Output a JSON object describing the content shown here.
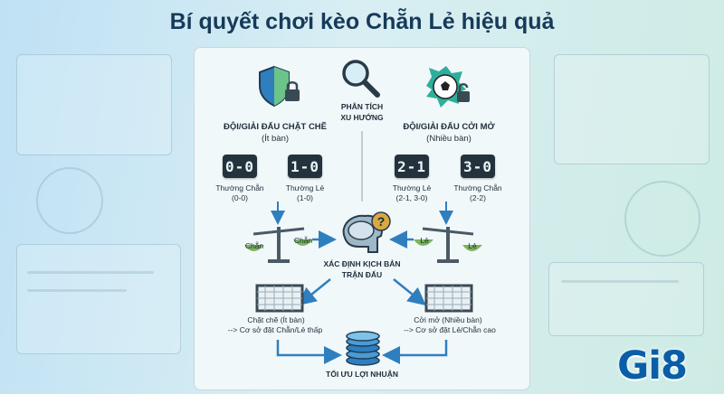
{
  "title": "Bí quyết chơi kèo Chẵn Lẻ hiệu quả",
  "brand": {
    "logo_text": "Gi8",
    "color": "#0a5ea8"
  },
  "infographic": {
    "analysis": {
      "label_line1": "PHÂN TÍCH",
      "label_line2": "XU HƯỚNG",
      "icon": "magnifier-icon"
    },
    "left_team": {
      "heading_line1": "ĐỘI/GIẢI ĐẤU CHẶT CHẼ",
      "heading_line2": "(Ít bàn)",
      "icon": "shield-lock-icon",
      "scores": [
        {
          "score": "0-0",
          "caption_line1": "Thường Chẵn",
          "caption_line2": "(0-0)"
        },
        {
          "score": "1-0",
          "caption_line1": "Thường Lẻ",
          "caption_line2": "(1-0)"
        }
      ],
      "scale_left_label": "Chẵn",
      "scale_right_label": "Chẵn"
    },
    "right_team": {
      "heading_line1": "ĐỘI/GIẢI ĐẤU CỞI MỞ",
      "heading_line2": "(Nhiều bàn)",
      "icon": "soccer-ball-unlock-icon",
      "scores": [
        {
          "score": "2-1",
          "caption_line1": "Thường Lẻ",
          "caption_line2": "(2-1, 3-0)"
        },
        {
          "score": "3-0",
          "caption_line1": "Thường Chẵn",
          "caption_line2": "(2-2)"
        }
      ],
      "scale_left_label": "Lẻ",
      "scale_right_label": "Lẻ"
    },
    "center": {
      "label_line1": "XÁC ĐỊNH KỊCH BẢN",
      "label_line2": "TRẬN ĐẤU",
      "icon": "brain-question-icon"
    },
    "left_outcome": {
      "line1": "Chặt chẽ (Ít bàn)",
      "line2": "--> Cơ sở đặt Chẵn/Lẻ thấp",
      "icon": "goal-net-icon"
    },
    "right_outcome": {
      "line1": "Cởi mở (Nhiều bàn)",
      "line2": "--> Cơ sở đặt Lẻ/Chẵn cao",
      "icon": "goal-net-icon"
    },
    "result": {
      "label": "TỐI ƯU LỢI NHUẬN",
      "icon": "coin-stack-icon"
    }
  },
  "colors": {
    "accent_blue": "#2f7fbf",
    "scale_green": "#7bb35a",
    "dark_text": "#173a5a"
  }
}
